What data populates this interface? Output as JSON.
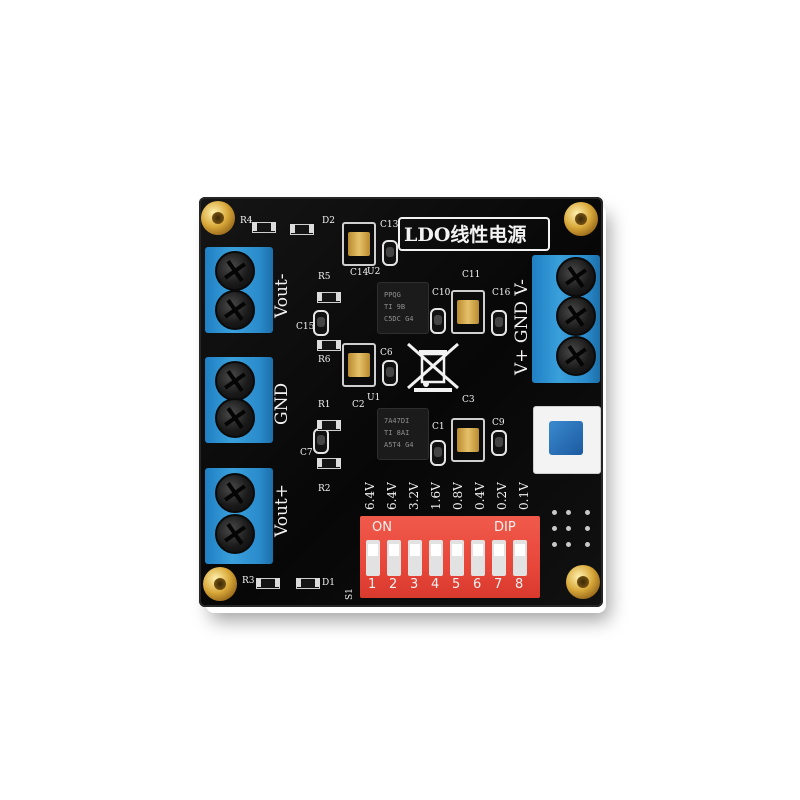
{
  "board": {
    "title": "LDO线性电源",
    "terminals_left": [
      "Vout-",
      "GND",
      "Vout+"
    ],
    "terminal_right": "V+ GND V-",
    "dip": {
      "on_label": "ON",
      "brand_label": "DIP",
      "numbers": [
        "1",
        "2",
        "3",
        "4",
        "5",
        "6",
        "7",
        "8"
      ],
      "voltages": [
        "6.4V",
        "6.4V",
        "3.2V",
        "1.6V",
        "0.8V",
        "0.4V",
        "0.2V",
        "0.1V"
      ],
      "switch_ref": "S1"
    },
    "refs": {
      "r4": "R4",
      "d2": "D2",
      "c14": "C14",
      "c13": "C13",
      "u2": "U2",
      "c11": "C11",
      "r5": "R5",
      "c15": "C15",
      "c10": "C10",
      "c16": "C16",
      "r6": "R6",
      "c6": "C6",
      "r1": "R1",
      "c2": "C2",
      "u1": "U1",
      "c3": "C3",
      "c7": "C7",
      "c1": "C1",
      "c9": "C9",
      "r2": "R2",
      "r3": "R3",
      "d1": "D1"
    },
    "ic_marks": {
      "u2": [
        "PPQG",
        "TI 9B",
        "C5DC G4"
      ],
      "u1": [
        "7A47DI",
        "TI 8AI",
        "A5T4 G4"
      ]
    },
    "colors": {
      "pcb": "#0b0b0b",
      "terminal": "#2a8bcb",
      "dip_body": "#e8473a",
      "silk": "#f2f2f2",
      "brass": "#d9a93a"
    }
  }
}
